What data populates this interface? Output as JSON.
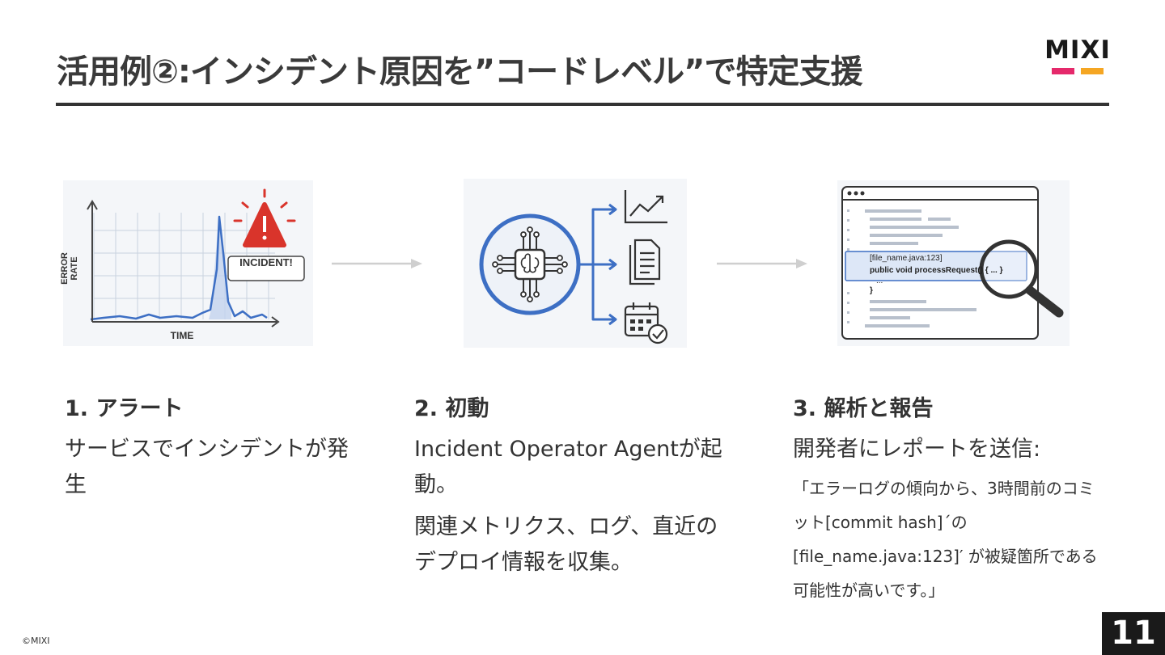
{
  "slide": {
    "title": "活用例②:インシデント原因を”コードレベル”で特定支援",
    "logo_text": "MIXI",
    "copyright": "©MIXI",
    "page_number": "11"
  },
  "illustrations": {
    "chart": {
      "y_axis_label": "ERROR RATE",
      "x_axis_label": "TIME",
      "callout": "INCIDENT!"
    },
    "code": {
      "line1": "[file_name.java:123]",
      "line2": "public void processRequest() { ... }",
      "line3": "...",
      "line4": "}"
    }
  },
  "steps": [
    {
      "heading": "1. アラート",
      "body": "サービスでインシデントが発生"
    },
    {
      "heading": "2. 初動",
      "body1": "Incident Operator Agentが起動。",
      "body2": "関連メトリクス、ログ、直近のデプロイ情報を収集。"
    },
    {
      "heading": "3. 解析と報告",
      "body1": "開発者にレポートを送信:",
      "body2": "「エラーログの傾向から、3時間前のコミット[commit hash]´の[file_name.java:123]′ が被疑箇所である可能性が高いです。」"
    }
  ],
  "colors": {
    "accent_blue": "#3d6fc4",
    "alert_red": "#d9342b",
    "logo_pink": "#e5296b",
    "logo_orange": "#f5a623"
  }
}
